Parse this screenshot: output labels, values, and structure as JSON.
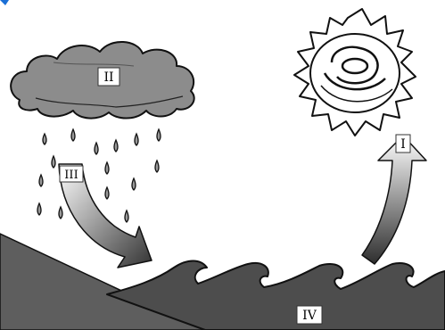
{
  "diagram": {
    "labels": {
      "arrow_up": "I",
      "cloud": "II",
      "arrow_down": "III",
      "water": "IV"
    }
  },
  "colors": {
    "cloud_fill": "#8c8c8c",
    "land_fill": "#5e5e5e",
    "water_fill": "#4d4d4d",
    "drop_fill": "#9a9a9a",
    "arrow_dark": "#3a3a3a",
    "arrow_light": "#ffffff",
    "outline": "#111111"
  }
}
